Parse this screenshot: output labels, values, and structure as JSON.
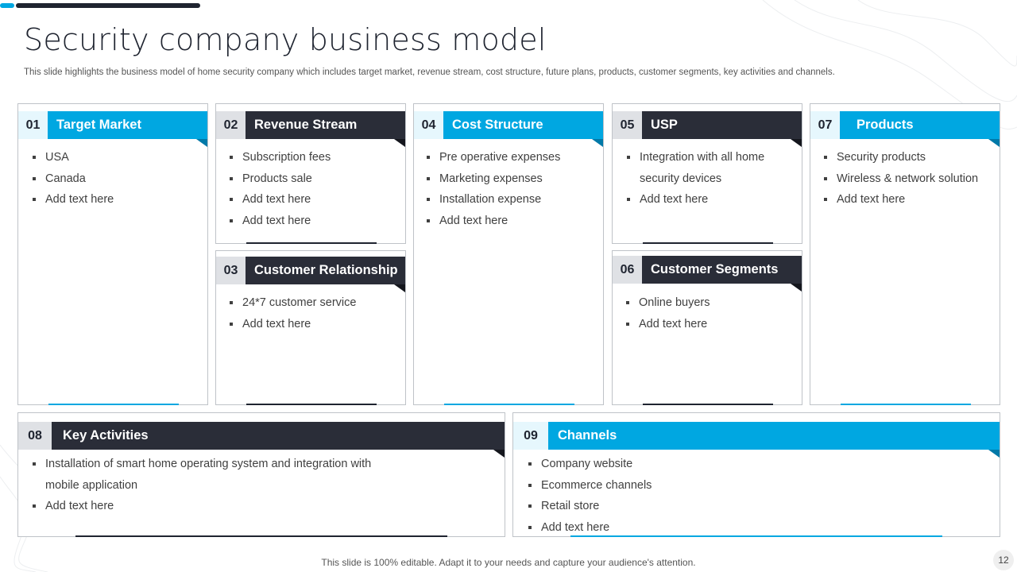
{
  "title": "Security company business model",
  "subtitle": "This slide highlights the business model of home security company which includes target market, revenue stream, cost structure, future plans, products, customer segments, key activities and channels.",
  "blocks": [
    {
      "num": "01",
      "label": "Target Market",
      "items": [
        "USA",
        "Canada",
        "Add text here"
      ]
    },
    {
      "num": "02",
      "label": "Revenue Stream",
      "items": [
        "Subscription fees",
        "Products sale",
        "Add text here",
        "Add text here"
      ]
    },
    {
      "num": "03",
      "label": "Customer Relationship",
      "items": [
        "24*7 customer service",
        "Add text here"
      ]
    },
    {
      "num": "04",
      "label": "Cost Structure",
      "items": [
        "Pre operative expenses",
        "Marketing expenses",
        "Installation expense",
        "Add text here"
      ]
    },
    {
      "num": "05",
      "label": "USP",
      "items": [
        "Integration with all home security devices",
        "Add text here"
      ]
    },
    {
      "num": "06",
      "label": "Customer Segments",
      "items": [
        "Online buyers",
        "Add text here"
      ]
    },
    {
      "num": "07",
      "label": "Products",
      "items": [
        "Security products",
        "Wireless & network solution",
        "Add text here"
      ]
    },
    {
      "num": "08",
      "label": "Key Activities",
      "items": [
        "Installation of smart home operating system and integration with mobile application",
        "Add text here"
      ]
    },
    {
      "num": "09",
      "label": "Channels",
      "items": [
        "Company website",
        "Ecommerce channels",
        "Retail store",
        "Add text here"
      ]
    }
  ],
  "footer": "This slide is 100% editable. Adapt it to your needs and capture your audience's attention.",
  "page_number": "12",
  "colors": {
    "accent_blue": "#00a7e1",
    "accent_dark": "#2a2d38"
  }
}
